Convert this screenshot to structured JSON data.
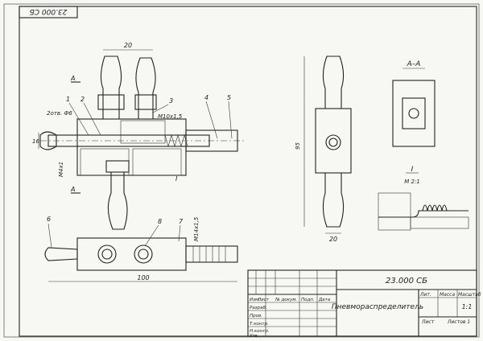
{
  "drawing": {
    "corner_code": "23.000 СБ",
    "part_labels": [
      "1",
      "2",
      "3",
      "4",
      "5",
      "6",
      "7",
      "8",
      "I"
    ],
    "section_label": "А–А",
    "section_mark": "А",
    "detail_label": "I",
    "detail_scale": "М 2:1",
    "dims": {
      "top_width": "20",
      "holes": "2отв. Ф6",
      "thread_top": "М10х1,5",
      "left_height": "16",
      "left_thread": "М4х1",
      "bottom_thread": "М14х1,5",
      "overall_length": "100",
      "side_height": "95",
      "side_width": "20"
    }
  },
  "title_block": {
    "designation": "23.000 СБ",
    "title": "Пневмораспределитель",
    "headers": {
      "lit": "Лит.",
      "mass": "Масса",
      "scale": "Масштаб"
    },
    "scale_value": "1:1",
    "sheet": "Лист",
    "sheets": "Листов 1",
    "row_headers": [
      "Изм.",
      "Лист",
      "№ докум.",
      "Подп.",
      "Дата"
    ],
    "roles": [
      "Разраб.",
      "Пров.",
      "Т.контр.",
      "",
      "Н.контр.",
      "Утв."
    ]
  }
}
